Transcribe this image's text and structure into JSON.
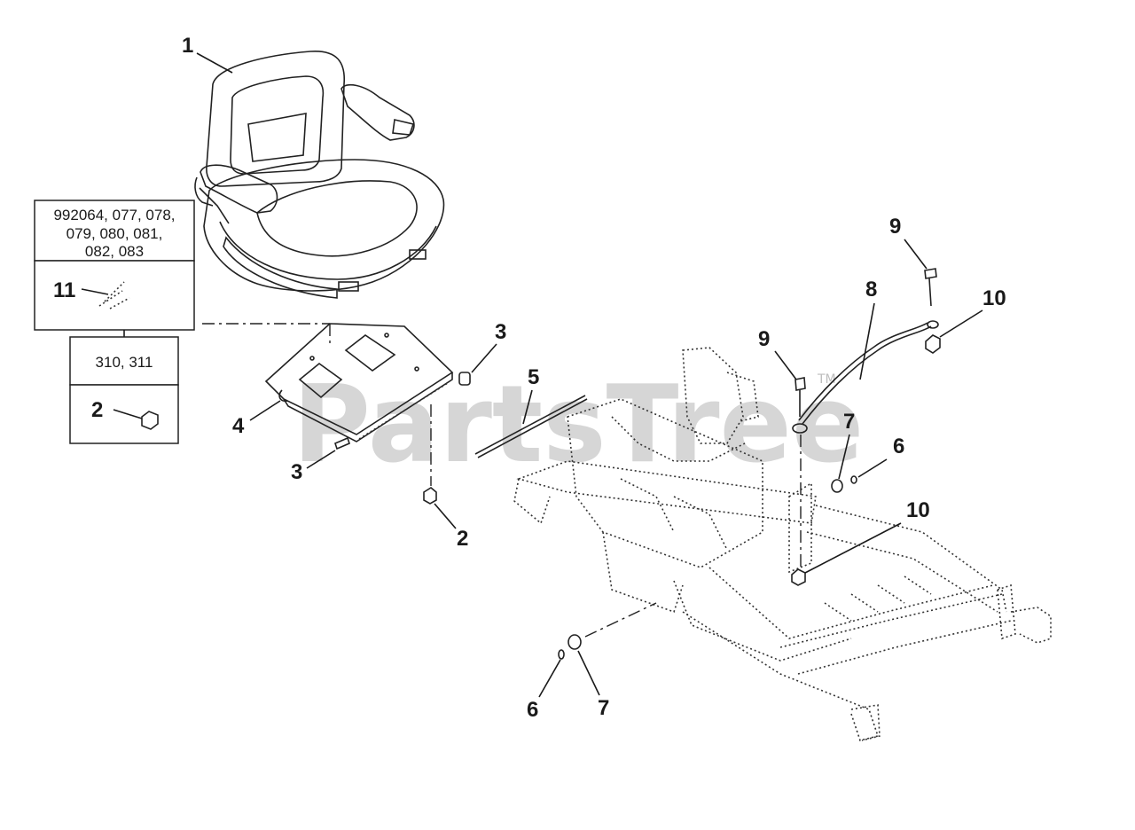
{
  "watermark": {
    "text": "PartsTree",
    "trademark": "TM"
  },
  "model_box_upper": {
    "lines": [
      "992064, 077, 078,",
      "079, 080, 081,",
      "082, 083"
    ],
    "callout": "11"
  },
  "model_box_lower": {
    "text": "310, 311",
    "callout": "2"
  },
  "callouts": {
    "seat": "1",
    "seat_plate": "4",
    "nut_plate": "2",
    "bolt_left": "3",
    "bushing_right": "3",
    "shaft": "5",
    "cable": "8",
    "bolt_top_right": "9",
    "bolt_mid": "9",
    "nut_top_right": "10",
    "nut_lower": "10",
    "washer_right_7": "7",
    "washer_right_6": "6",
    "washer_bottom_6": "6",
    "washer_bottom_7": "7"
  }
}
